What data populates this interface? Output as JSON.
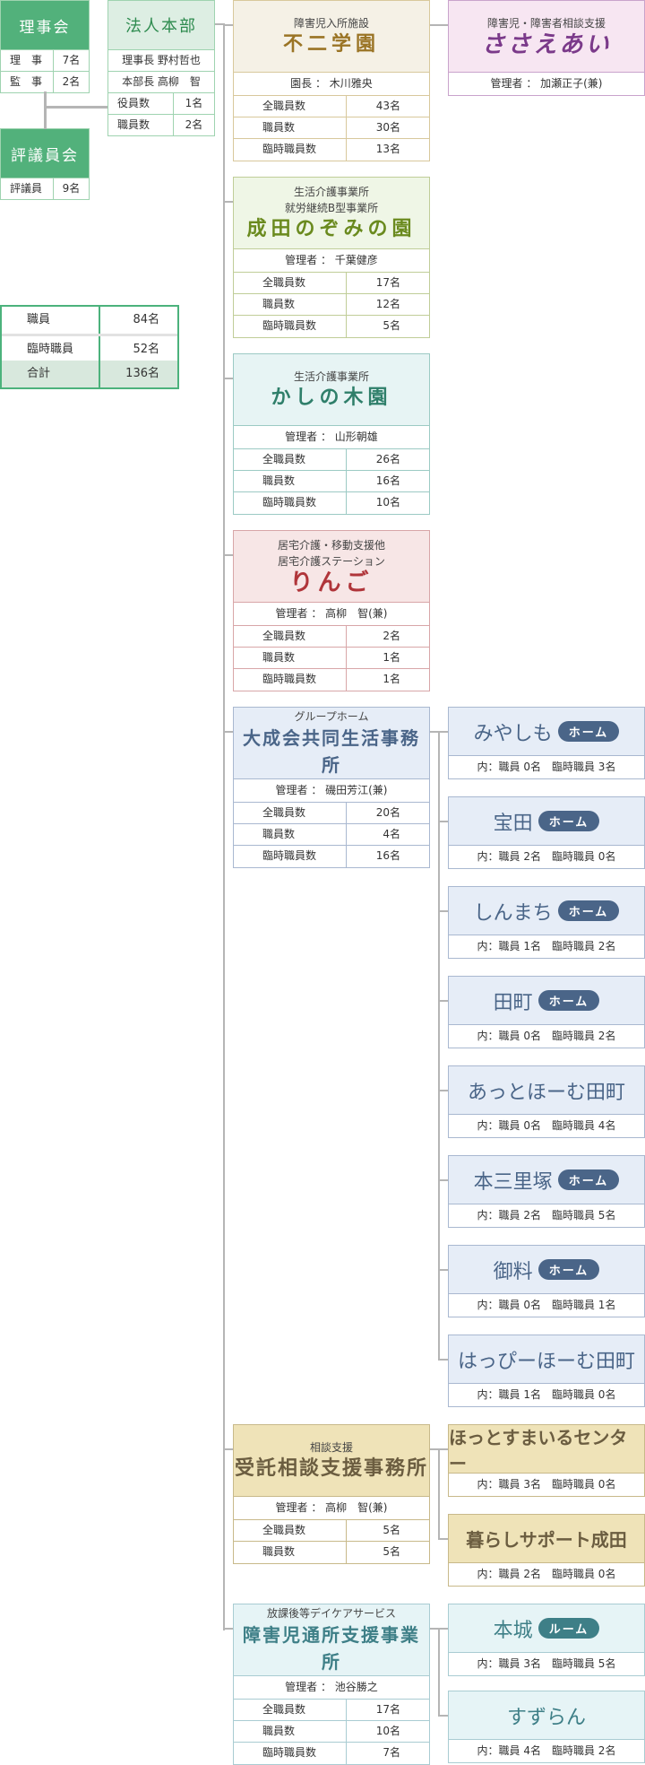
{
  "board": {
    "title": "理事会",
    "rows": [
      [
        "理　事",
        "7名"
      ],
      [
        "監　事",
        "2名"
      ]
    ]
  },
  "council": {
    "title": "評議員会",
    "rows": [
      [
        "評議員",
        "9名"
      ]
    ]
  },
  "hq": {
    "title": "法人本部",
    "lines": [
      "理事長 野村哲也",
      "本部長 高柳　智"
    ],
    "rows": [
      [
        "役員数",
        "1名"
      ],
      [
        "職員数",
        "2名"
      ]
    ]
  },
  "totals": {
    "rows": [
      [
        "職員",
        "84名"
      ],
      [
        "臨時職員",
        "52名"
      ],
      [
        "合計",
        "136名"
      ]
    ]
  },
  "facilities": [
    {
      "sub": [
        "障害児入所施設"
      ],
      "name": "不二学園",
      "manager": "園長 ： 木川雅央",
      "rows": [
        [
          "全職員数",
          "43名"
        ],
        [
          "職員数",
          "30名"
        ],
        [
          "臨時職員数",
          "13名"
        ]
      ],
      "colors": {
        "bg": "#f5f1e6",
        "border": "#d8c89c",
        "text": "#9a7425"
      },
      "children": [
        {
          "sub": "障害児・障害者相談支援",
          "name": "ささえあい",
          "staff": "管理者 ： 加瀬正子(兼)",
          "colors": {
            "bg": "#f7e6f2",
            "border": "#c9a3cc",
            "text": "#7b3a8a"
          }
        }
      ]
    },
    {
      "sub": [
        "生活介護事業所",
        "就労継続B型事業所"
      ],
      "name": "成田のぞみの園",
      "manager": "管理者 ： 千葉健彦",
      "rows": [
        [
          "全職員数",
          "17名"
        ],
        [
          "職員数",
          "12名"
        ],
        [
          "臨時職員数",
          "5名"
        ]
      ],
      "colors": {
        "bg": "#eff6e6",
        "border": "#c0cd98",
        "text": "#6a8a1e"
      },
      "children": []
    },
    {
      "sub": [
        "生活介護事業所"
      ],
      "name": "かしの木園",
      "manager": "管理者 ： 山形朝雄",
      "rows": [
        [
          "全職員数",
          "26名"
        ],
        [
          "職員数",
          "16名"
        ],
        [
          "臨時職員数",
          "10名"
        ]
      ],
      "colors": {
        "bg": "#e7f4f4",
        "border": "#9ccac4",
        "text": "#2f7f6a"
      },
      "children": []
    },
    {
      "sub": [
        "居宅介護・移動支援他",
        "居宅介護ステーション"
      ],
      "name": "りんご",
      "manager": "管理者 ： 高柳　智(兼)",
      "rows": [
        [
          "全職員数",
          "2名"
        ],
        [
          "職員数",
          "1名"
        ],
        [
          "臨時職員数",
          "1名"
        ]
      ],
      "colors": {
        "bg": "#f7e6e6",
        "border": "#d8a6a8",
        "text": "#b0353a"
      },
      "children": []
    },
    {
      "sub": [
        "グループホーム"
      ],
      "name": "大成会共同生活事務所",
      "manager": "管理者 ： 磯田芳江(兼)",
      "rows": [
        [
          "全職員数",
          "20名"
        ],
        [
          "職員数",
          "4名"
        ],
        [
          "臨時職員数",
          "16名"
        ]
      ],
      "colors": {
        "bg": "#e6edf7",
        "border": "#a9b8d0",
        "text": "#4a6588"
      },
      "children": [
        {
          "name": "みやしも",
          "badge": "ホーム",
          "staff": "内：職員 0名　臨時職員 3名"
        },
        {
          "name": "宝田",
          "badge": "ホーム",
          "staff": "内：職員 2名　臨時職員 0名"
        },
        {
          "name": "しんまち",
          "badge": "ホーム",
          "staff": "内：職員 1名　臨時職員 2名"
        },
        {
          "name": "田町",
          "badge": "ホーム",
          "staff": "内：職員 0名　臨時職員 2名"
        },
        {
          "name": "あっとほーむ田町",
          "staff": "内：職員 0名　臨時職員 4名"
        },
        {
          "name": "本三里塚",
          "badge": "ホーム",
          "staff": "内：職員 2名　臨時職員 5名"
        },
        {
          "name": "御料",
          "badge": "ホーム",
          "staff": "内：職員 0名　臨時職員 1名"
        },
        {
          "name": "はっぴーほーむ田町",
          "staff": "内：職員 1名　臨時職員 0名"
        }
      ]
    },
    {
      "sub": [
        "相談支援"
      ],
      "name": "受託相談支援事務所",
      "manager": "管理者 ： 高柳　智(兼)",
      "rows": [
        [
          "全職員数",
          "5名"
        ],
        [
          "職員数",
          "5名"
        ]
      ],
      "colors": {
        "bg": "#efe3b8",
        "border": "#c8b98a",
        "text": "#6b5d40"
      },
      "children": [
        {
          "name": "ほっとすまいるセンター",
          "staff": "内：職員 3名　臨時職員 0名"
        },
        {
          "name": "暮らしサポート成田",
          "staff": "内：職員 2名　臨時職員 0名"
        }
      ]
    },
    {
      "sub": [
        "放課後等デイケアサービス"
      ],
      "name": "障害児通所支援事業所",
      "manager": "管理者 ： 池谷勝之",
      "rows": [
        [
          "全職員数",
          "17名"
        ],
        [
          "職員数",
          "10名"
        ],
        [
          "臨時職員数",
          "7名"
        ]
      ],
      "colors": {
        "bg": "#e6f4f6",
        "border": "#a9ccd2",
        "text": "#3e7f87"
      },
      "children": [
        {
          "name": "本城",
          "badge": "ルーム",
          "staff": "内：職員 3名　臨時職員 5名"
        },
        {
          "name": "すずらん",
          "staff": "内：職員 4名　臨時職員 2名"
        }
      ]
    }
  ]
}
